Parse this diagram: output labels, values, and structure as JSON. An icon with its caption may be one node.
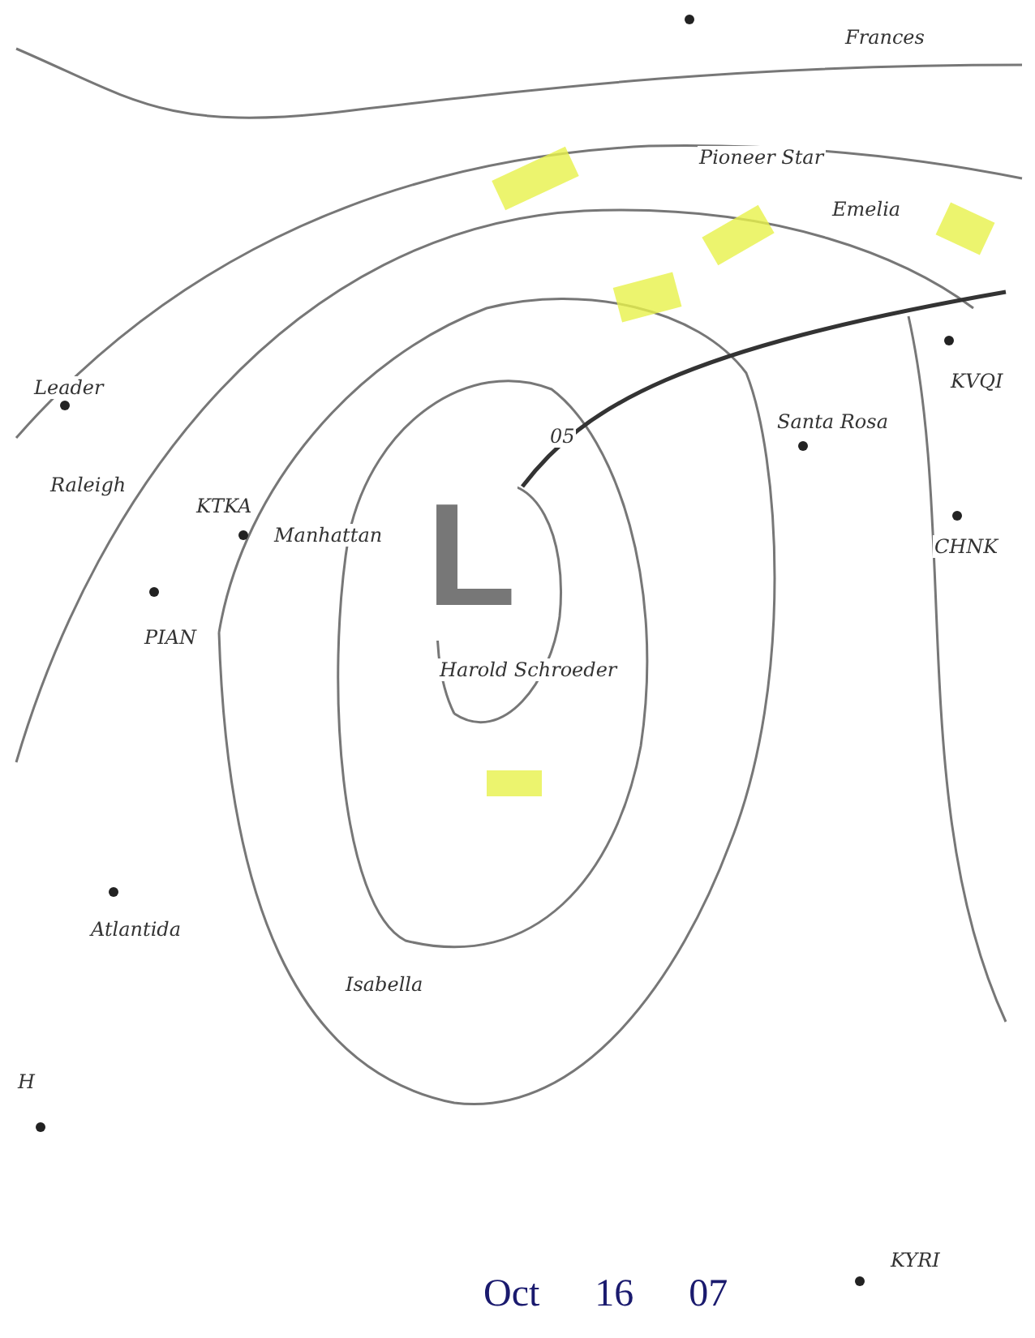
{
  "diagram": {
    "caption": "Oct 16 07",
    "labels": [
      "Frances",
      "Pioneer Star",
      "Emelia",
      "KVQI",
      "Leader",
      "Raleigh",
      "KTKA",
      "Manhattan",
      "Santa Rosa",
      "05",
      "L",
      "CHNK",
      "PIAN",
      "Harold Schroeder",
      "Atlantida",
      "Isabella",
      "H",
      "KYRI"
    ]
  }
}
